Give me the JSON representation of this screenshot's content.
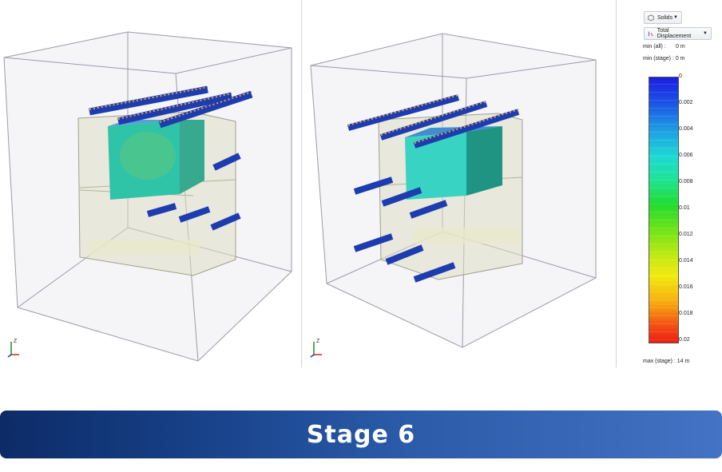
{
  "toolbar": {
    "solids_label": "Solids",
    "solids_icon": "solids-icon",
    "display_label": "Total Displacement",
    "display_icon": "displacement-icon"
  },
  "legend": {
    "min_all_label": "min (all) :",
    "min_all_value": "0 m",
    "min_stage": "min (stage) : 0 m",
    "max_stage": "max (stage) : 14 m",
    "ticks": [
      "0",
      "0.002",
      "0.004",
      "0.006",
      "0.008",
      "0.01",
      "0.012",
      "0.014",
      "0.016",
      "0.018",
      "0.02"
    ],
    "colors": {
      "low": "#1a1ee0",
      "mid": "#22dc2f",
      "high": "#ee1b12"
    }
  },
  "viewports": {
    "left_axis_label": "Z",
    "right_axis_label": "Z"
  },
  "banner": {
    "title": "Stage 6",
    "color_start": "#0d2b66",
    "color_end": "#4472c4"
  }
}
